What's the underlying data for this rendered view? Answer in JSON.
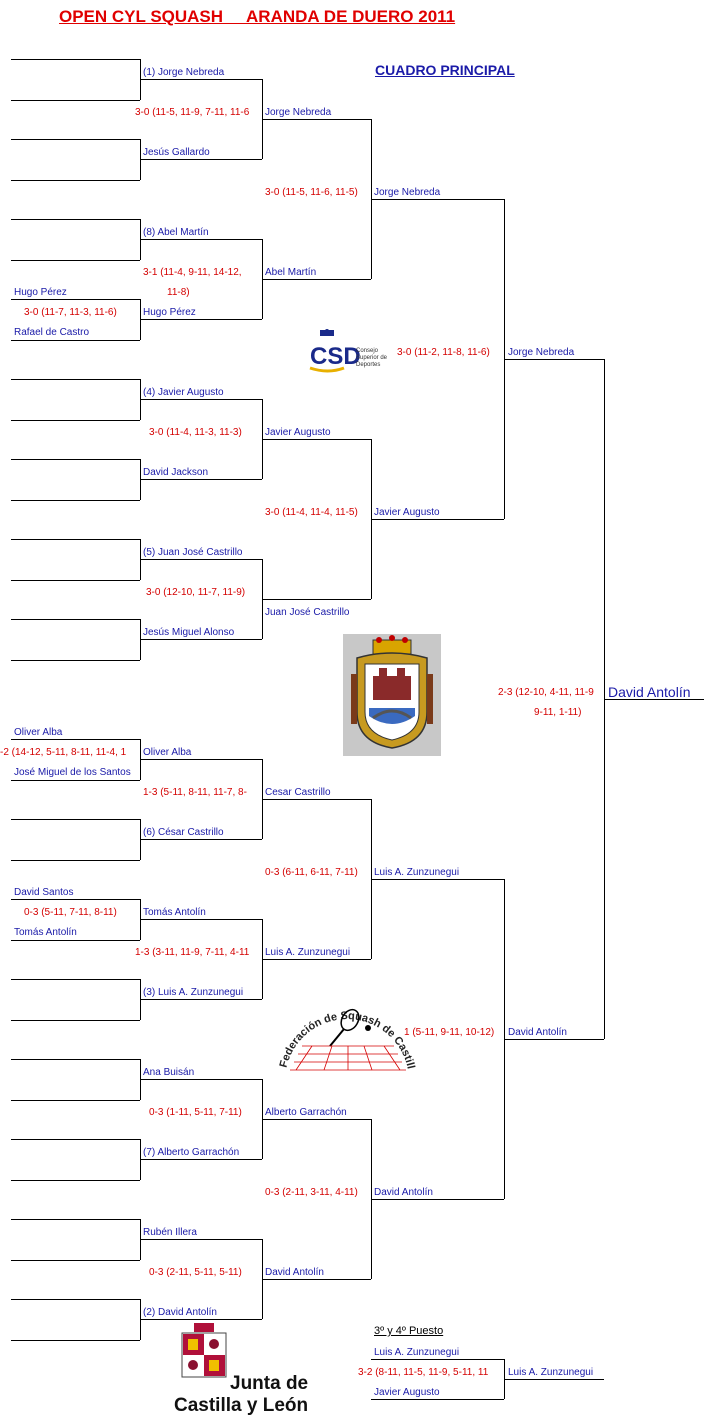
{
  "header": {
    "title": "OPEN CYL SQUASH     ARANDA DE DUERO 2011",
    "subtitle": "CUADRO PRINCIPAL"
  },
  "colors": {
    "name": "#1a1aa8",
    "score": "#d40000",
    "title": "#e00000",
    "lines": "#000000"
  },
  "bracket": {
    "prelim": {
      "p1": "Hugo Pérez",
      "p1_score": "3-0 (11-7, 11-3, 11-6)",
      "p1_other": "Rafael de Castro",
      "p2": "Oliver Alba",
      "p2_score": "-2 (14-12, 5-11, 8-11, 11-4, 1",
      "p2_other": "José Miguel de los Santos",
      "p3": "David Santos",
      "p3_score": "0-3 (5-11, 7-11, 8-11)",
      "p3_other": "Tomás Antolín"
    },
    "r16": [
      "(1)  Jorge Nebreda",
      "Jesús Gallardo",
      "(8) Abel Martín",
      "Hugo Pérez",
      "(4) Javier Augusto",
      "David Jackson",
      "(5) Juan José Castrillo",
      "Jesús Miguel Alonso",
      "Oliver Alba",
      "(6) César Castrillo",
      "Tomás Antolín",
      "(3) Luis A. Zunzunegui",
      "Ana Buisán",
      "(7) Alberto Garrachón",
      "Rubén Illera",
      "(2) David Antolín"
    ],
    "qf": [
      {
        "score": "3-0 (11-5, 11-9, 7-11, 11-6",
        "winner": "Jorge Nebreda"
      },
      {
        "score": "3-1 (11-4, 9-11, 14-12,",
        "score2": "11-8)",
        "winner": "Abel Martín"
      },
      {
        "score": "3-0 (11-4, 11-3, 11-3)",
        "winner": "Javier Augusto"
      },
      {
        "score": "3-0 (12-10, 11-7, 11-9)",
        "winner": "Juan José Castrillo"
      },
      {
        "score": "1-3 (5-11, 8-11, 11-7, 8-",
        "winner": "Cesar Castrillo"
      },
      {
        "score": "1-3 (3-11, 11-9, 7-11, 4-11",
        "winner": "Luis A. Zunzunegui"
      },
      {
        "score": "0-3 (1-11, 5-11, 7-11)",
        "winner": "Alberto Garrachón"
      },
      {
        "score": "0-3 (2-11, 5-11, 5-11)",
        "winner": "David Antolín"
      }
    ],
    "sf": [
      {
        "score": "3-0 (11-5, 11-6, 11-5)",
        "winner": "Jorge Nebreda"
      },
      {
        "score": "3-0 (11-4, 11-4, 11-5)",
        "winner": "Javier Augusto"
      },
      {
        "score": "0-3 (6-11, 6-11, 7-11)",
        "winner": "Luis A. Zunzunegui"
      },
      {
        "score": "0-3 (2-11, 3-11, 4-11)",
        "winner": "David Antolín"
      }
    ],
    "final_top": {
      "score": "3-0 (11-2, 11-8, 11-6)",
      "winner": "Jorge Nebreda"
    },
    "final_bottom": {
      "score": "1 (5-11, 9-11, 10-12)",
      "winner": "David Antolín"
    },
    "champion": {
      "score": "2-3 (12-10, 4-11, 11-9",
      "score2": "9-11, 1-11)",
      "winner": "David Antolín"
    },
    "third_place": {
      "heading": "3º y 4º Puesto",
      "p1": "Luis A. Zunzunegui",
      "score": "3-2 (8-11, 11-5, 11-9, 5-11, 11",
      "p2": "Javier Augusto",
      "winner": "Luis A. Zunzunegui"
    }
  },
  "logos": {
    "csd": {
      "mark": "CSD",
      "line1": "Consejo",
      "line2": "Superior de",
      "line3": "Deportes"
    },
    "federacion": {
      "text": "Federación de Squash de Castilla y León"
    },
    "junta": {
      "line1": "Junta de",
      "line2": "Castilla y León"
    },
    "icons": [
      "csd-logo",
      "aranda-coat-of-arms",
      "federacion-squash-logo",
      "junta-castilla-leon-logo"
    ]
  }
}
